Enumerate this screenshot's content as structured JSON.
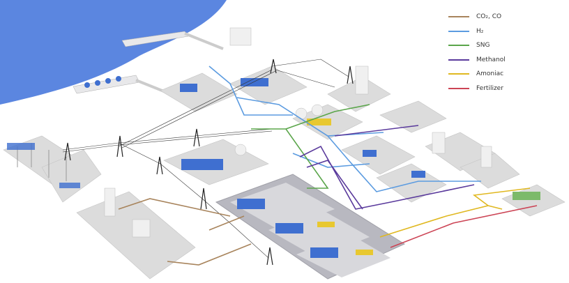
{
  "legend": {
    "items": [
      {
        "label": "CO₂, CO",
        "color": "#a8845c"
      },
      {
        "label": "H₂",
        "color": "#5b9be0"
      },
      {
        "label": "SNG",
        "color": "#5aa54a"
      },
      {
        "label": "Methanol",
        "color": "#5a3a9c"
      },
      {
        "label": "Amoniac",
        "color": "#e0b820"
      },
      {
        "label": "Fertilizer",
        "color": "#cc4455"
      }
    ]
  },
  "colors": {
    "sea": "#5b86e0",
    "platform": "#dcdcdc",
    "hub": "#b8b8c0",
    "tank": "#3f6fd0"
  }
}
